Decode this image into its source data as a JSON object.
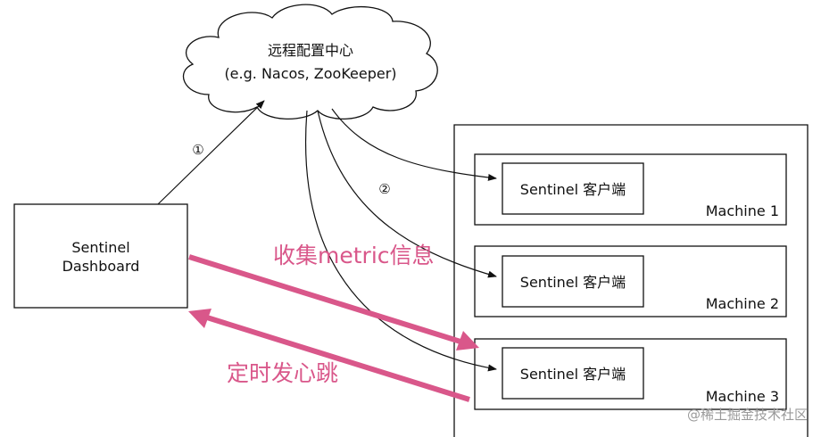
{
  "config_center": {
    "title": "远程配置中心",
    "subtitle": "(e.g. Nacos, ZooKeeper)"
  },
  "dashboard": {
    "line1": "Sentinel",
    "line2": "Dashboard"
  },
  "client_label": "Sentinel 客户端",
  "machines": [
    {
      "name": "Machine 1"
    },
    {
      "name": "Machine 2"
    },
    {
      "name": "Machine 3"
    }
  ],
  "step_markers": {
    "step1": "①",
    "step2": "②"
  },
  "flows": {
    "collect_metrics": "收集metric信息",
    "heartbeat": "定时发心跳"
  },
  "colors": {
    "line": "#111111",
    "accent": "#d9578a"
  },
  "watermark": "@稀土掘金技术社区"
}
